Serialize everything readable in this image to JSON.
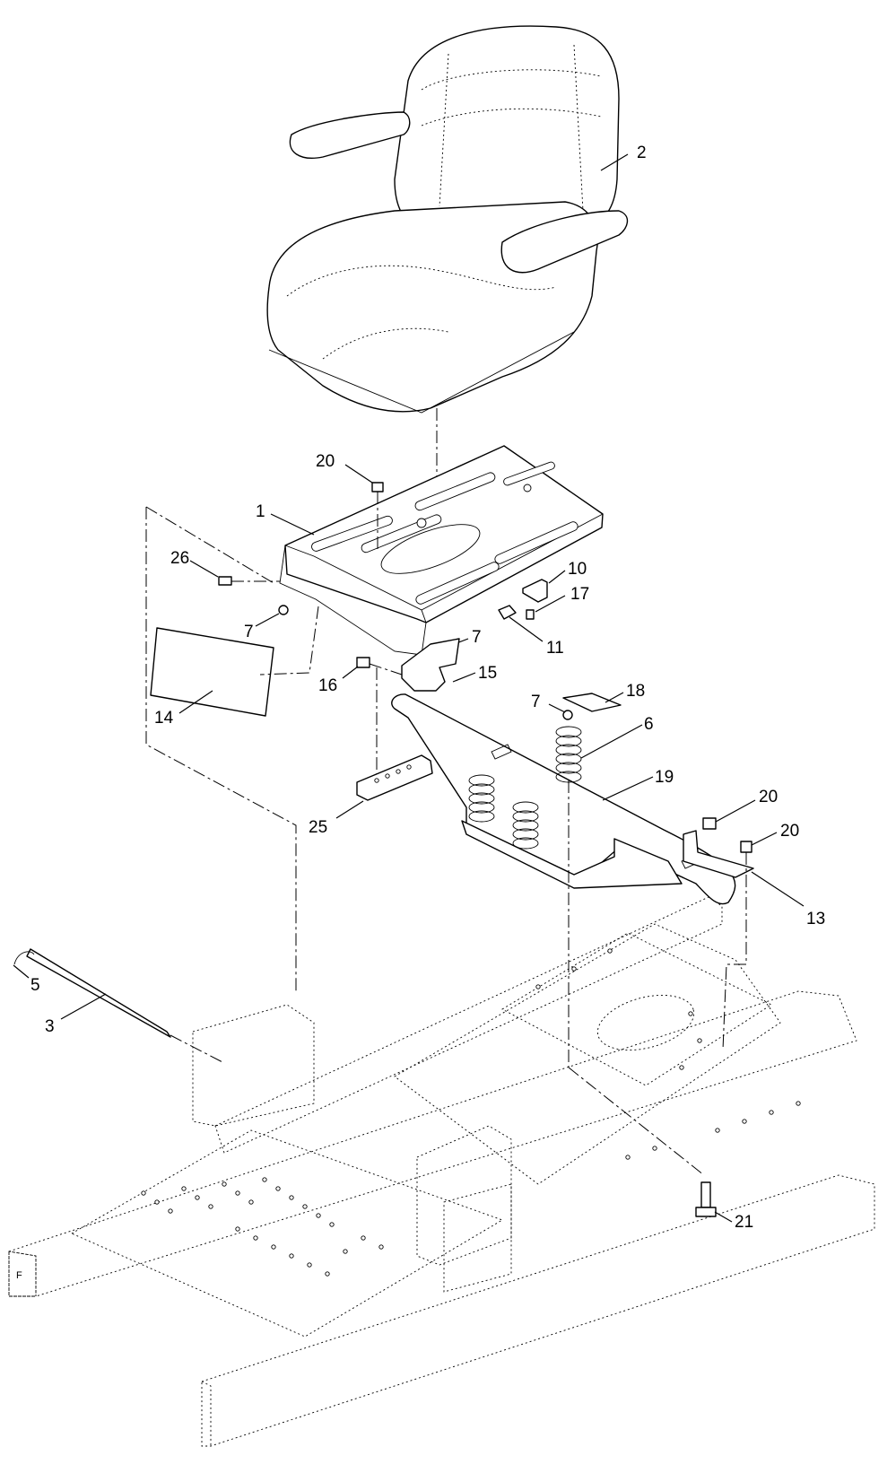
{
  "callouts": {
    "c1": "1",
    "c2": "2",
    "c3": "3",
    "c5": "5",
    "c6": "6",
    "c7a": "7",
    "c7b": "7",
    "c7c": "7",
    "c10": "10",
    "c11": "11",
    "c13": "13",
    "c14": "14",
    "c15": "15",
    "c16": "16",
    "c17": "17",
    "c18": "18",
    "c19": "19",
    "c20a": "20",
    "c20b": "20",
    "c20c": "20",
    "c21": "21",
    "c25": "25",
    "c26": "26"
  },
  "frame_label": "F"
}
